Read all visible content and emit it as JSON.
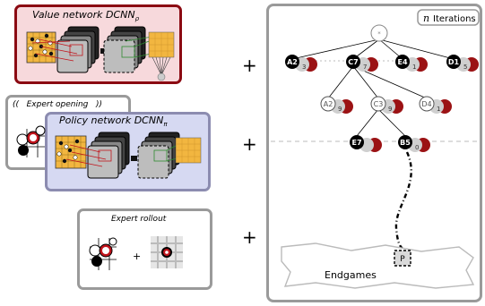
{
  "value_panel": {
    "title": "Value network DCNN",
    "subscript": "ρ",
    "colors": {
      "border": "#8b0a12",
      "fill": "#f7d9dc"
    }
  },
  "opening_panel": {
    "prefix": "((",
    "label": "Expert opening",
    "suffix": "))"
  },
  "policy_panel": {
    "title": "Policy network DCNN",
    "subscript": "π",
    "colors": {
      "border": "#8c8cb0",
      "fill": "#d6d9f2"
    }
  },
  "rollout_panel": {
    "label": "Expert rollout",
    "plus": "+"
  },
  "plus_signs": [
    "+",
    "+",
    "+"
  ],
  "tree": {
    "iterations_symbol": "n",
    "iterations_label": "Iterations",
    "root_label": "*",
    "level1": [
      {
        "move": "A2",
        "value": "3"
      },
      {
        "move": "C7",
        "value": "7"
      },
      {
        "move": "E4",
        "value": "1"
      },
      {
        "move": "D1",
        "value": "5"
      }
    ],
    "level2": [
      {
        "move": "A2",
        "value": "9"
      },
      {
        "move": "C3",
        "value": "9"
      },
      {
        "move": "D4",
        "value": "1"
      }
    ],
    "level3": [
      {
        "move": "E7",
        "value": ""
      },
      {
        "move": "B5",
        "value": "0"
      }
    ],
    "leaf": "P",
    "endgames_label": "Endgames",
    "colors": {
      "border": "#9a9a9a",
      "node_dark": "#000000",
      "node_red": "#9b1214",
      "node_grey": "#cfcfcf"
    }
  }
}
